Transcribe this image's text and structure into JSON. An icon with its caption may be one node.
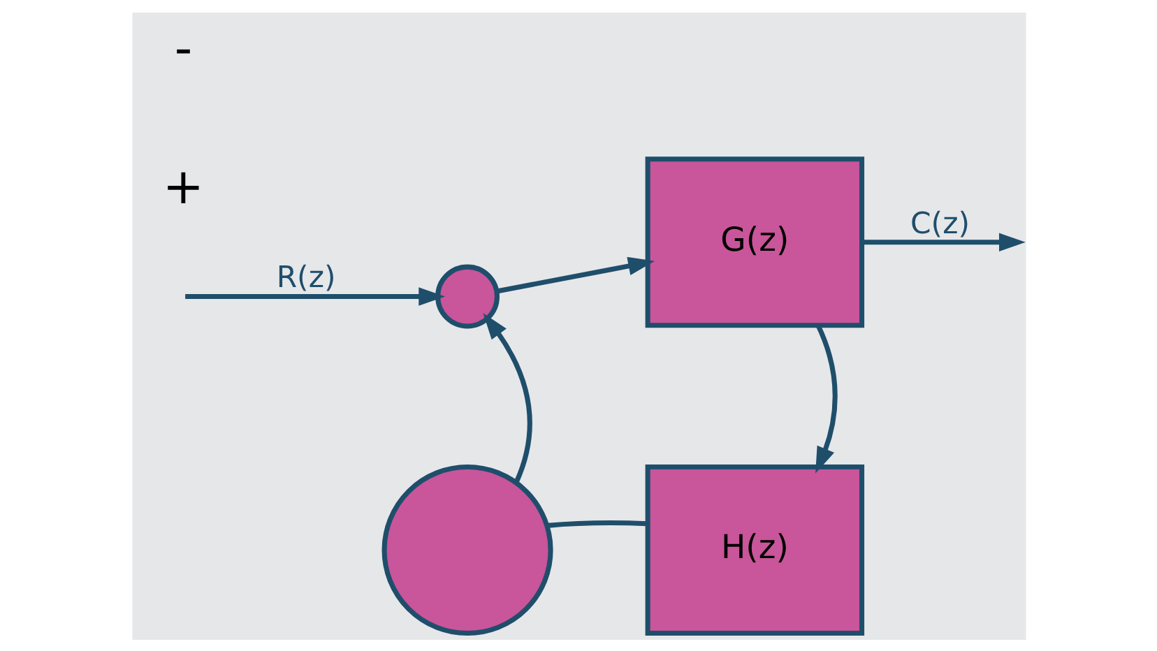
{
  "diagram": {
    "nodes": [
      {
        "text": [],
        "shape": "circle"
      },
      {
        "text": [
          "G(z)"
        ]
      },
      {
        "text": [
          "H(z)"
        ]
      },
      {
        "text": [],
        "shape": "circle"
      }
    ],
    "edges": [
      {
        "from": null,
        "to": 0,
        "arrow": "to",
        "label": "R(z)"
      },
      {
        "from": 0,
        "to": 1,
        "arrow": "to"
      },
      {
        "from": 1,
        "to": null,
        "arrow": "to",
        "label": "C(z)"
      },
      {
        "from": 1,
        "to": 2,
        "arrow": "to"
      },
      {
        "from": 2,
        "to": 3,
        "arrow": "none"
      },
      {
        "from": 3,
        "to": 0,
        "arrow": "to"
      }
    ],
    "labels": [
      "+",
      "-"
    ]
  }
}
